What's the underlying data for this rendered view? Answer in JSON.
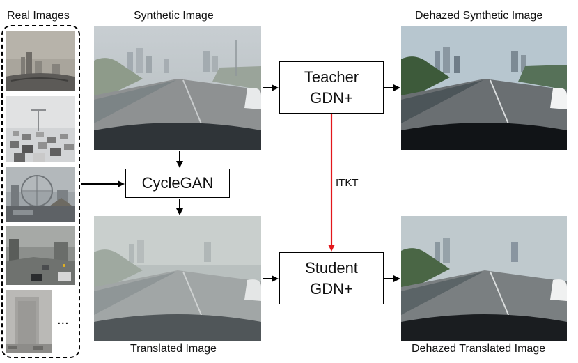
{
  "labels": {
    "real_images": "Real Images",
    "synthetic_image": "Synthetic Image",
    "translated_image": "Translated Image",
    "dehazed_synthetic_image": "Dehazed Synthetic Image",
    "dehazed_translated_image": "Dehazed Translated Image",
    "ellipsis": "...",
    "itkt": "ITKT"
  },
  "boxes": {
    "cyclegan": "CycleGAN",
    "teacher_line1": "Teacher",
    "teacher_line2": "GDN+",
    "student_line1": "Student",
    "student_line2": "GDN+"
  },
  "colors": {
    "itkt_arrow": "#e3171b",
    "arrow": "#000000"
  }
}
